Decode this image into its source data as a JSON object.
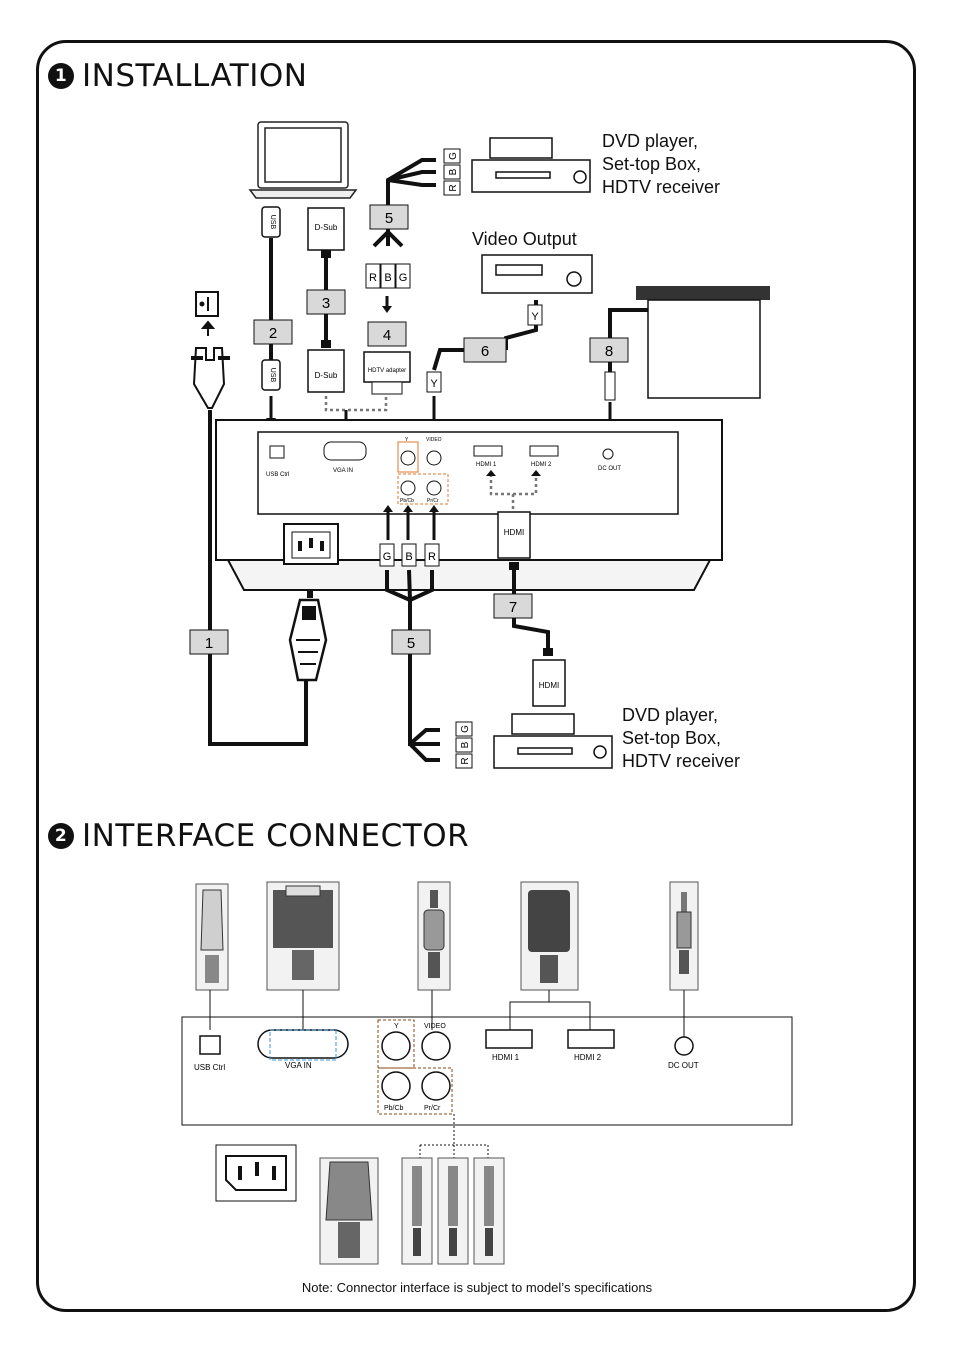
{
  "sections": {
    "installation": {
      "number": "1",
      "title": "INSTALLATION"
    },
    "interface": {
      "number": "2",
      "title": "INTERFACE CONNECTOR"
    }
  },
  "sources": {
    "top": [
      "DVD player,",
      "Set-top Box,",
      "HDTV receiver"
    ],
    "bottom": [
      "DVD player,",
      "Set-top Box,",
      "HDTV receiver"
    ],
    "video_output": "Video Output"
  },
  "cable_numbers": [
    "1",
    "2",
    "3",
    "4",
    "5",
    "6",
    "7",
    "8",
    "5"
  ],
  "connector_tags": {
    "usb": "USB",
    "dsub": "D-Sub",
    "hdtv_adapter": "HDTV adapter",
    "hdmi": "HDMI",
    "r": "R",
    "g": "G",
    "b": "B",
    "y": "Y"
  },
  "ports": {
    "usb_ctrl": "USB Ctrl",
    "vga_in": "VGA IN",
    "y": "Y",
    "video": "VIDEO",
    "pb_cb": "Pb/Cb",
    "pr_cr": "Pr/Cr",
    "hdmi1": "HDMI 1",
    "hdmi2": "HDMI 2",
    "dc_out": "DC OUT"
  },
  "note": "Note: Connector interface is subject to model’s specifications"
}
